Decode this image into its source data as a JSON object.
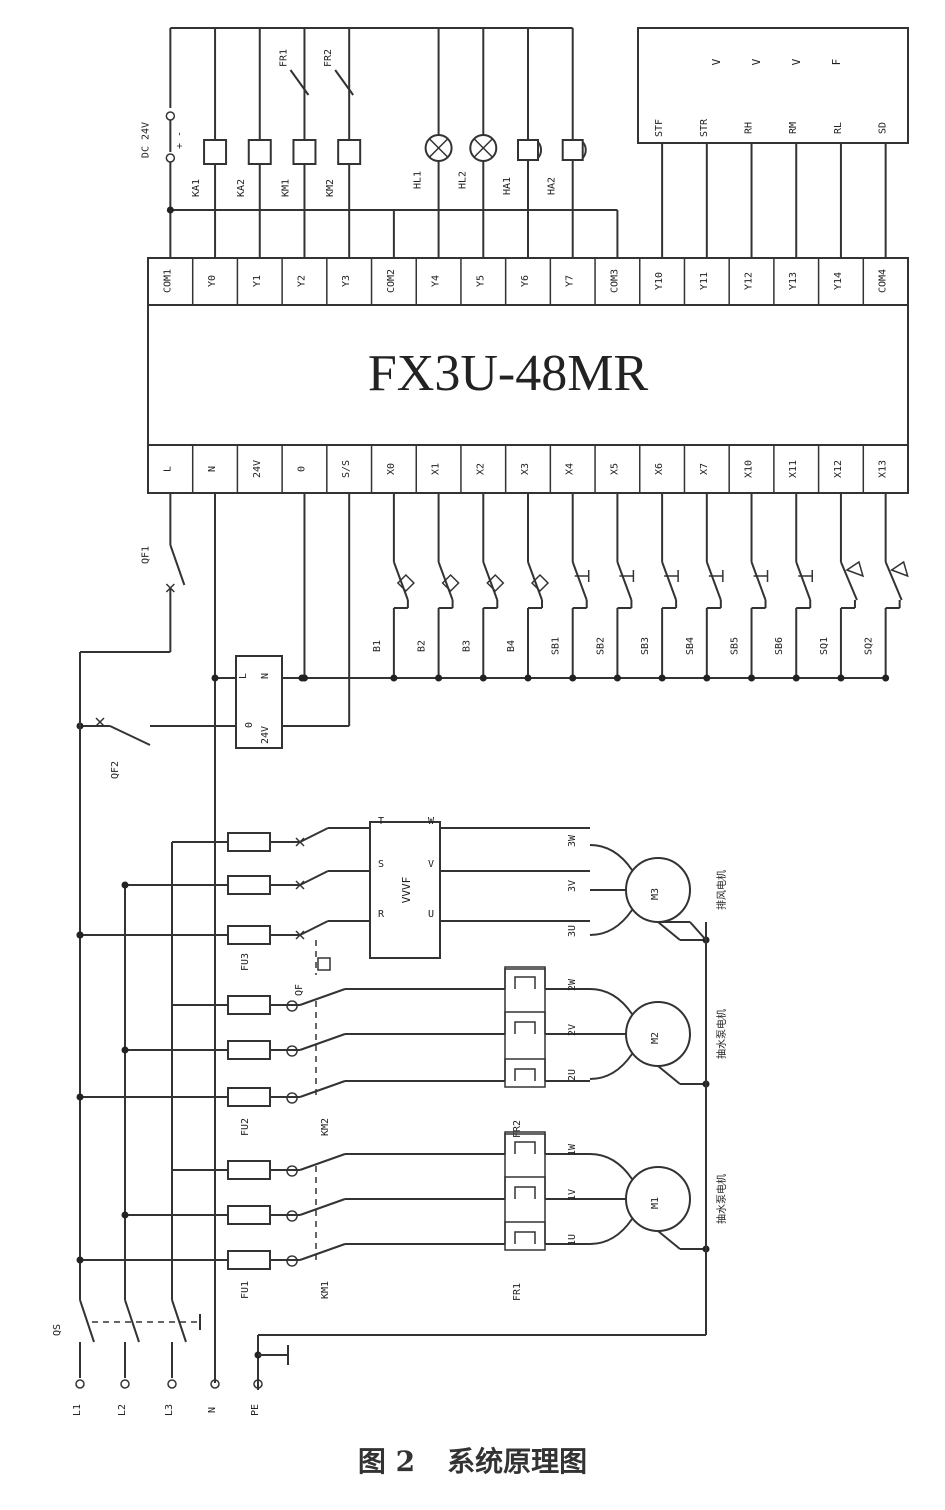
{
  "plc": {
    "model": "FX3U-48MR",
    "top_terminals": [
      "COM1",
      "Y0",
      "Y1",
      "Y2",
      "Y3",
      "COM2",
      "Y4",
      "Y5",
      "Y6",
      "Y7",
      "COM3",
      "Y10",
      "Y11",
      "Y12",
      "Y13",
      "Y14",
      "COM4"
    ],
    "bottom_terminals": [
      "L",
      "N",
      "24V",
      "0",
      "S/S",
      "X0",
      "X1",
      "X2",
      "X3",
      "X4",
      "X5",
      "X6",
      "X7",
      "X10",
      "X11",
      "X12",
      "X13"
    ]
  },
  "output_devices": {
    "supply": "DC 24V",
    "coils": [
      "KA1",
      "KA2",
      "KM1",
      "KM2"
    ],
    "interlocks": [
      "FR1",
      "FR2"
    ],
    "lamps": [
      "HL1",
      "HL2"
    ],
    "buzzers": [
      "HA1",
      "HA2"
    ]
  },
  "vfd_box": {
    "signals": [
      "STF",
      "STR",
      "RH",
      "RM",
      "RL",
      "SD"
    ],
    "header": [
      "V",
      "V",
      "V",
      "F"
    ]
  },
  "inputs": [
    "B1",
    "B2",
    "B3",
    "B4",
    "SB1",
    "SB2",
    "SB3",
    "SB4",
    "SB5",
    "SB6",
    "SQ1",
    "SQ2"
  ],
  "power": {
    "breakers": [
      "QF1",
      "QF2"
    ],
    "psu": {
      "left": "L",
      "right": "N",
      "bottom_left": "0",
      "bottom_right": "24V"
    },
    "fuses": [
      "FU3",
      "FU2",
      "FU1"
    ],
    "vvvf": {
      "title": "VVVF",
      "inputs": [
        "T",
        "S",
        "R"
      ],
      "outputs": [
        "W",
        "V",
        "U"
      ],
      "breaker": "QF"
    },
    "contactors": [
      "KM2",
      "KM1"
    ],
    "relays": [
      "FR2",
      "FR1"
    ],
    "motors": [
      {
        "name": "M3",
        "desc": "排风电机",
        "phases": [
          "3W",
          "3V",
          "3U"
        ]
      },
      {
        "name": "M2",
        "desc": "抽水泵电机",
        "phases": [
          "2W",
          "2V",
          "2U"
        ]
      },
      {
        "name": "M1",
        "desc": "抽水泵电机",
        "phases": [
          "1W",
          "1V",
          "1U"
        ]
      }
    ],
    "mains": [
      "L1",
      "L2",
      "L3",
      "N",
      "PE"
    ],
    "main_switch": "QS"
  },
  "caption": {
    "number": "图 2",
    "title": "系统原理图"
  }
}
